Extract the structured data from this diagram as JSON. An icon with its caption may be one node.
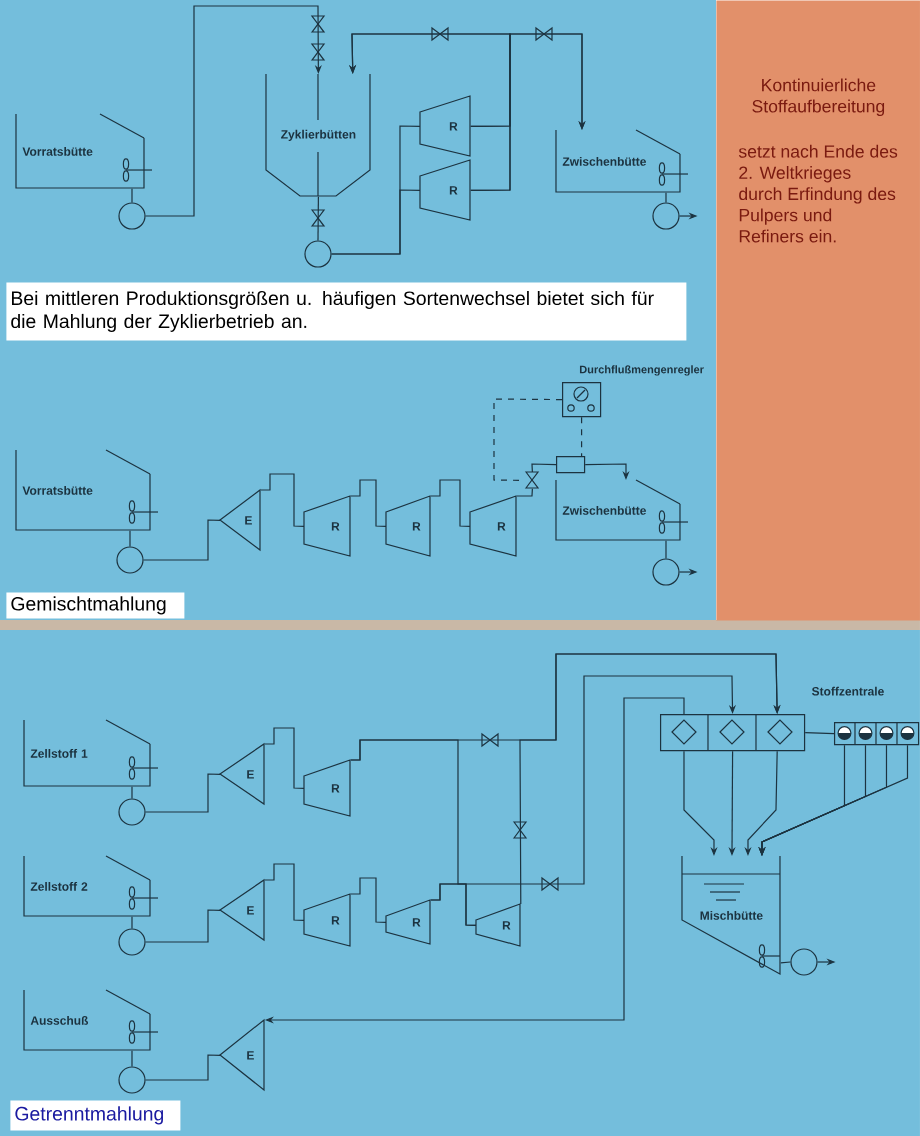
{
  "diagram": {
    "nodes": [
      {
        "text": [
          "Vorratsbütte"
        ]
      },
      {
        "text": [],
        "shape": "circle"
      },
      {
        "text": [
          "Zyklierbütten"
        ]
      },
      {
        "text": [],
        "shape": "circle"
      },
      {
        "text": [
          "R"
        ]
      },
      {
        "text": [
          "R"
        ]
      },
      {
        "text": [
          "Zwischenbütte"
        ]
      },
      {
        "text": [],
        "shape": "circle"
      },
      {
        "text": [
          "Bei mittleren Produktionsgrößen u. häufigen Sortenwechsel bietet sich für die Mahlung der Zyklierbetrieb an."
        ]
      },
      {
        "text": [
          "Vorratsbütte"
        ]
      },
      {
        "text": [],
        "shape": "circle"
      },
      {
        "text": [
          "E"
        ]
      },
      {
        "text": [
          "R"
        ]
      },
      {
        "text": [
          "R"
        ]
      },
      {
        "text": [
          "R"
        ]
      },
      {
        "text": [],
        "shape": "valve"
      },
      {
        "text": [],
        "shape": "box"
      },
      {
        "text": [
          "Durchflußmengenregler"
        ]
      },
      {
        "text": [
          "Zwischenbütte"
        ]
      },
      {
        "text": [],
        "shape": "circle"
      },
      {
        "text": [
          "Gemischtmahlung"
        ]
      },
      {
        "text": [
          "Kontinuierliche Stoffaufbereitung",
          "setzt nach Ende des 2. Weltkrieges durch Erfindung des Pulpers und Refiners ein."
        ]
      },
      {
        "text": [
          "Zellstoff 1"
        ]
      },
      {
        "text": [],
        "shape": "circle"
      },
      {
        "text": [
          "E"
        ]
      },
      {
        "text": [
          "R"
        ]
      },
      {
        "text": [
          "Zellstoff 2"
        ]
      },
      {
        "text": [],
        "shape": "circle"
      },
      {
        "text": [
          "E"
        ]
      },
      {
        "text": [
          "R"
        ]
      },
      {
        "text": [
          "R"
        ]
      },
      {
        "text": [
          "R"
        ]
      },
      {
        "text": [
          "Ausschuß"
        ]
      },
      {
        "text": [],
        "shape": "circle"
      },
      {
        "text": [
          "E"
        ]
      },
      {
        "text": [
          "Stoffzentrale"
        ]
      },
      {
        "text": [],
        "shape": "box"
      },
      {
        "text": [
          "Mischbütte"
        ]
      },
      {
        "text": [],
        "shape": "circle"
      },
      {
        "text": [
          "Getrenntmahlung"
        ]
      }
    ],
    "edges": [
      {
        "from": 0,
        "to": 1,
        "arrow": "none"
      },
      {
        "from": 1,
        "to": 2,
        "arrow": "to"
      },
      {
        "from": 2,
        "to": 3,
        "arrow": "none"
      },
      {
        "from": 3,
        "to": 4,
        "arrow": "none"
      },
      {
        "from": 3,
        "to": 5,
        "arrow": "none"
      },
      {
        "from": 4,
        "to": 6,
        "arrow": "to"
      },
      {
        "from": 5,
        "to": 6,
        "arrow": "to"
      },
      {
        "from": 4,
        "to": 2,
        "arrow": "to"
      },
      {
        "from": 5,
        "to": 2,
        "arrow": "to"
      },
      {
        "from": 6,
        "to": 7,
        "arrow": "none"
      },
      {
        "from": 7,
        "to": null,
        "arrow": "to"
      },
      {
        "from": 9,
        "to": 10,
        "arrow": "none"
      },
      {
        "from": 10,
        "to": 11,
        "arrow": "none"
      },
      {
        "from": 11,
        "to": 12,
        "arrow": "none"
      },
      {
        "from": 12,
        "to": 13,
        "arrow": "none"
      },
      {
        "from": 13,
        "to": 14,
        "arrow": "none"
      },
      {
        "from": 14,
        "to": 15,
        "arrow": "none"
      },
      {
        "from": 15,
        "to": 16,
        "arrow": "none"
      },
      {
        "from": 16,
        "to": 18,
        "arrow": "to"
      },
      {
        "from": 18,
        "to": 19,
        "arrow": "none"
      },
      {
        "from": 19,
        "to": null,
        "arrow": "to"
      },
      {
        "from": 17,
        "to": 15,
        "arrow": "none",
        "style": "dashed"
      },
      {
        "from": 17,
        "to": 16,
        "arrow": "none",
        "style": "dashed"
      },
      {
        "from": 22,
        "to": 23,
        "arrow": "none"
      },
      {
        "from": 23,
        "to": 24,
        "arrow": "none"
      },
      {
        "from": 24,
        "to": 25,
        "arrow": "none"
      },
      {
        "from": 25,
        "to": 35,
        "arrow": "to"
      },
      {
        "from": 25,
        "to": 31,
        "arrow": "none"
      },
      {
        "from": 26,
        "to": 27,
        "arrow": "none"
      },
      {
        "from": 27,
        "to": 28,
        "arrow": "none"
      },
      {
        "from": 28,
        "to": 29,
        "arrow": "none"
      },
      {
        "from": 29,
        "to": 30,
        "arrow": "none"
      },
      {
        "from": 30,
        "to": 31,
        "arrow": "none"
      },
      {
        "from": 31,
        "to": 35,
        "arrow": "to"
      },
      {
        "from": 30,
        "to": 35,
        "arrow": "to"
      },
      {
        "from": 35,
        "to": 34,
        "arrow": "to"
      },
      {
        "from": 35,
        "to": 37,
        "arrow": "to"
      },
      {
        "from": 35,
        "to": 37,
        "arrow": "to"
      },
      {
        "from": 35,
        "to": 37,
        "arrow": "to"
      },
      {
        "from": 36,
        "to": 37,
        "arrow": "to"
      },
      {
        "from": 36,
        "to": 37,
        "arrow": "to"
      },
      {
        "from": 36,
        "to": 37,
        "arrow": "to"
      },
      {
        "from": 36,
        "to": 37,
        "arrow": "to"
      },
      {
        "from": 35,
        "to": 36,
        "arrow": "none"
      },
      {
        "from": 37,
        "to": 38,
        "arrow": "none"
      },
      {
        "from": 38,
        "to": null,
        "arrow": "to"
      },
      {
        "from": 32,
        "to": 33,
        "arrow": "none"
      },
      {
        "from": 33,
        "to": 34,
        "arrow": "none"
      }
    ]
  }
}
